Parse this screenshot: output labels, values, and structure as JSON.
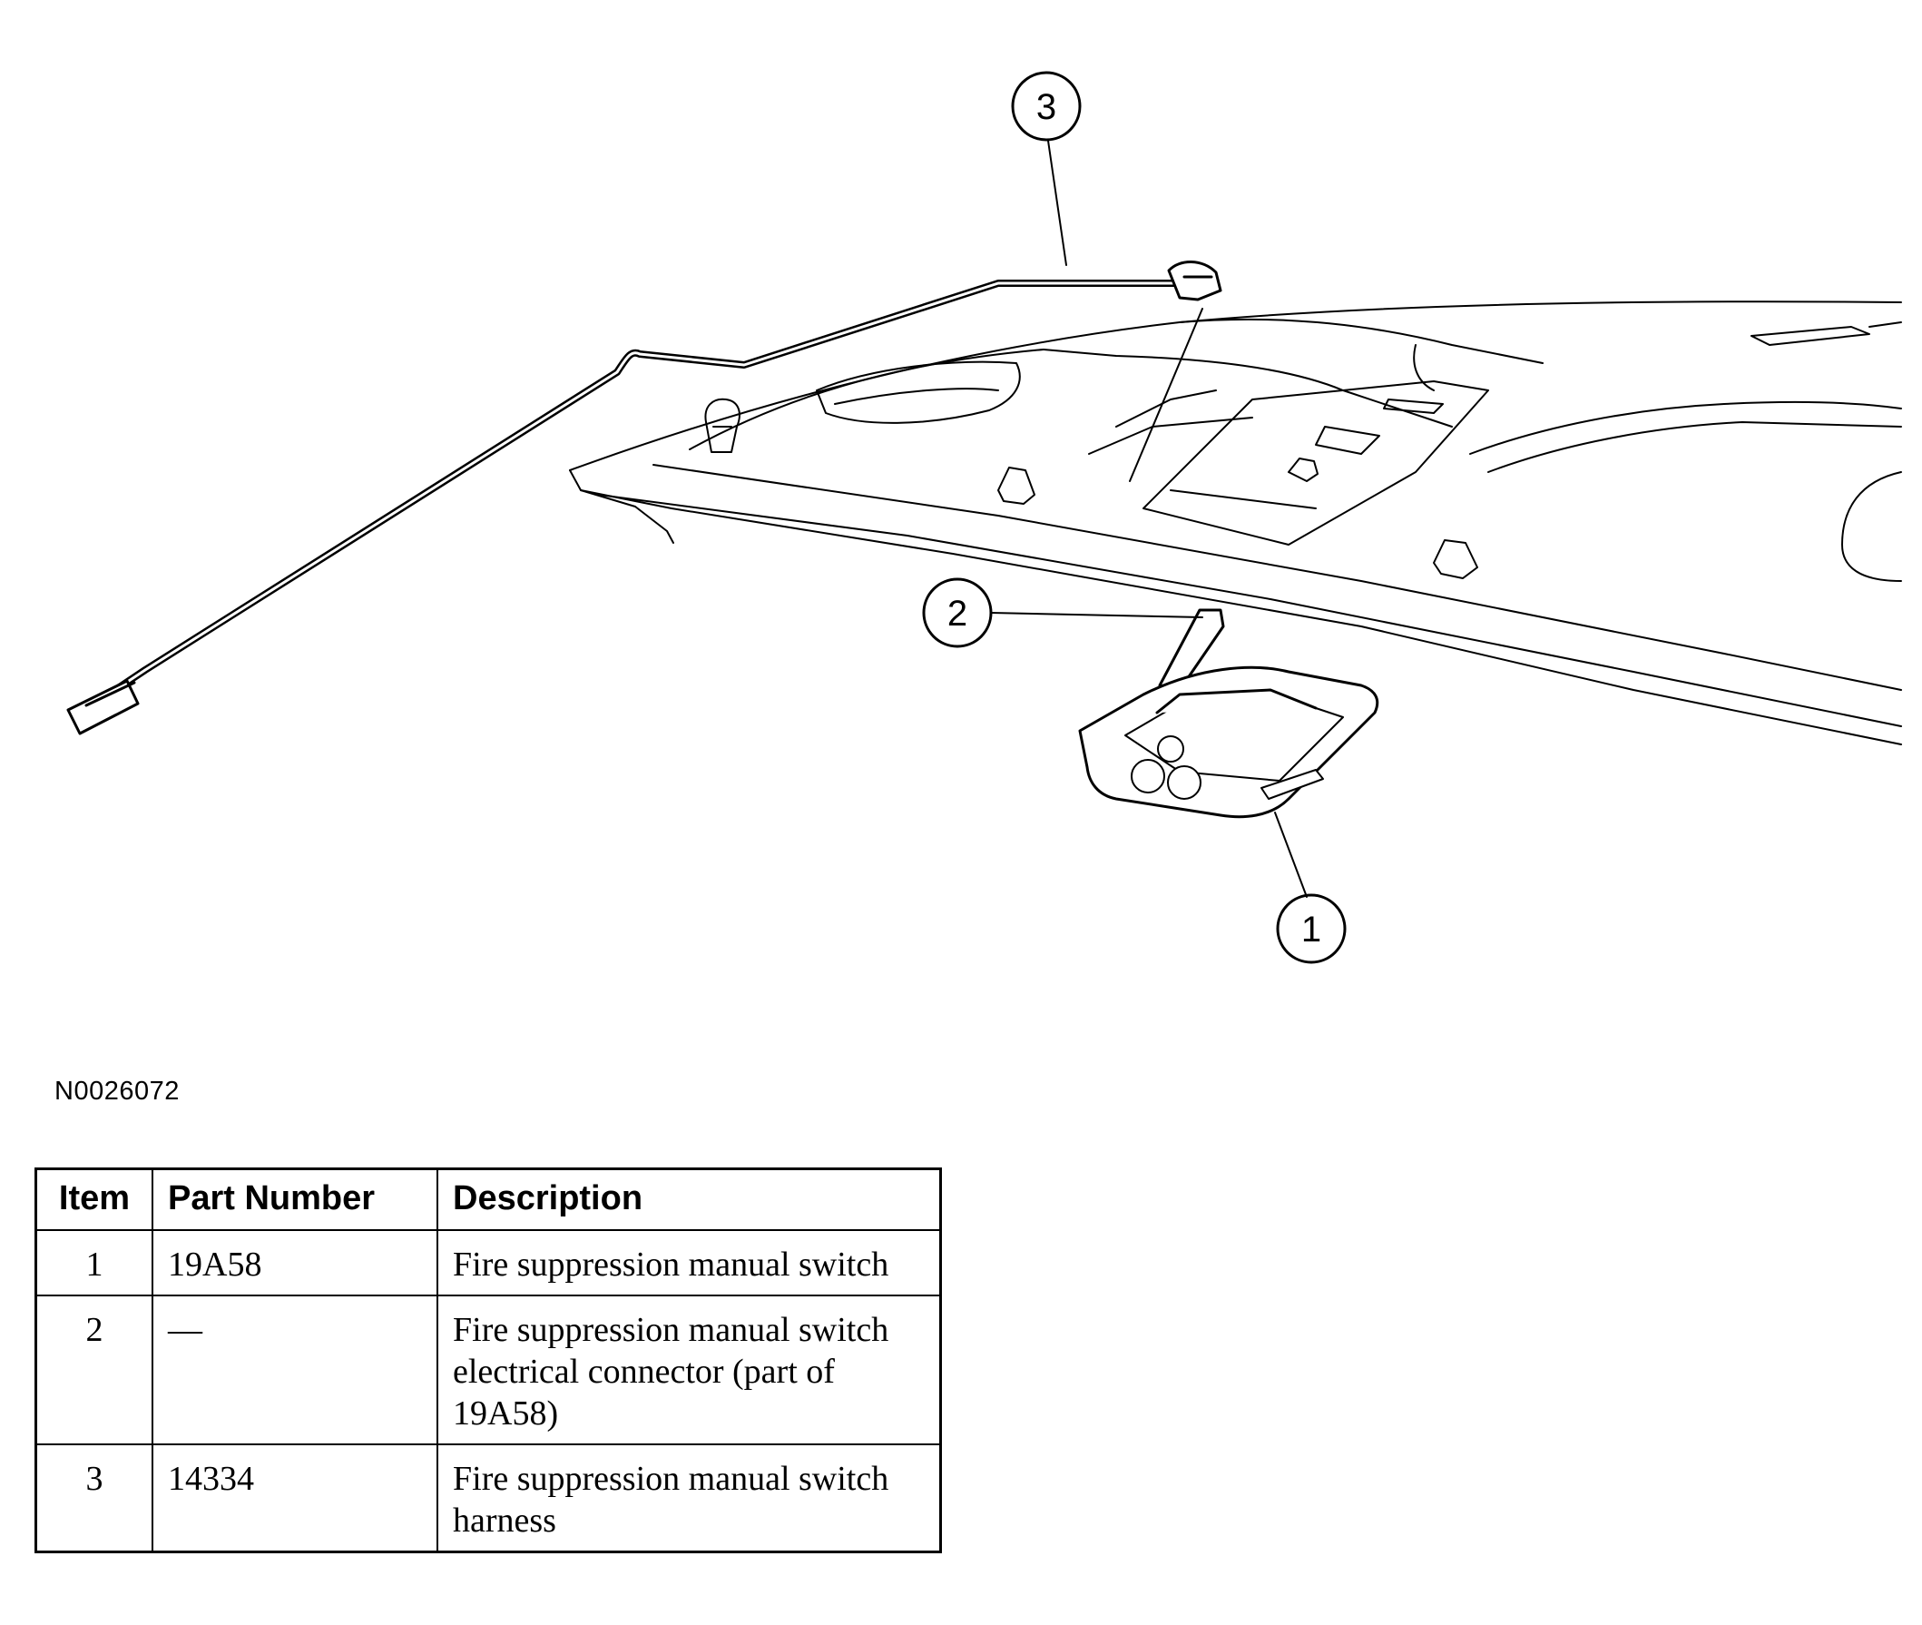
{
  "callouts": [
    "1",
    "2",
    "3"
  ],
  "figure_id": "N0026072",
  "table": {
    "headers": [
      "Item",
      "Part Number",
      "Description"
    ],
    "rows": [
      {
        "item": "1",
        "part": "19A58",
        "desc": "Fire suppression manual switch"
      },
      {
        "item": "2",
        "part": "—",
        "desc": "Fire suppression manual switch electrical connector (part of 19A58)"
      },
      {
        "item": "3",
        "part": "14334",
        "desc": "Fire suppression manual switch harness"
      }
    ]
  }
}
